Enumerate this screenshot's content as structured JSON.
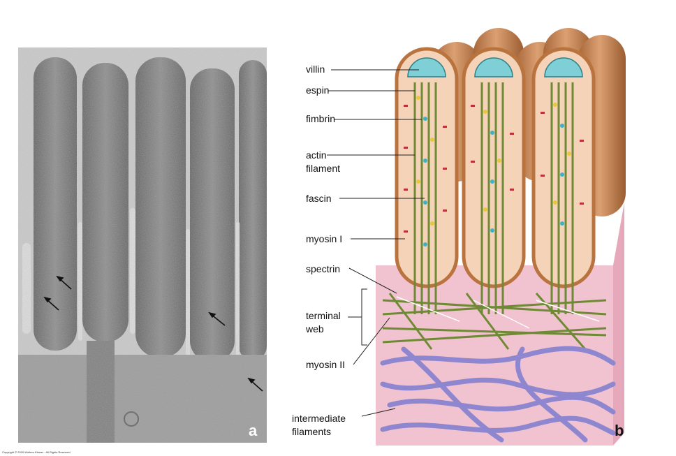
{
  "panels": {
    "a": {
      "letter": "a"
    },
    "b": {
      "letter": "b"
    }
  },
  "labels": {
    "villin": "villin",
    "espin": "espin",
    "fimbrin": "fimbrin",
    "actin_1": "actin",
    "actin_2": "filament",
    "fascin": "fascin",
    "myosin1": "myosin I",
    "spectrin": "spectrin",
    "terminal_1": "terminal",
    "terminal_2": "web",
    "myosin2": "myosin II",
    "intermediate_1": "intermediate",
    "intermediate_2": "filaments"
  },
  "copyright": "Copyright © 2020 Wolters Kluwer - All Rights Reserved",
  "colors": {
    "cap": "#7fcfd6",
    "membrane": "#c98a4f",
    "cell_body": "#eab8c4",
    "actin": "#6f8a34",
    "intermediate": "#8f86d0"
  }
}
